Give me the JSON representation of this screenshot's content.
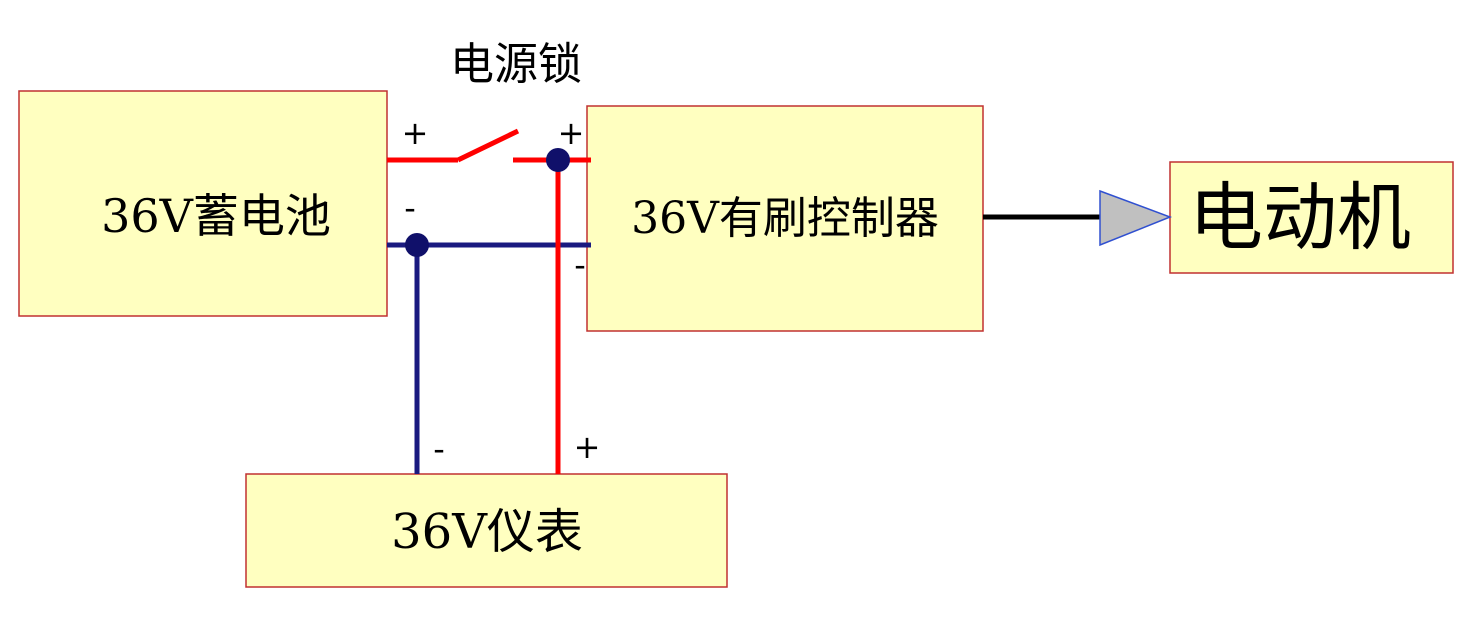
{
  "diagram": {
    "switch_label": "电源锁",
    "battery": {
      "label": "36V蓄电池"
    },
    "controller": {
      "label": "36V有刷控制器"
    },
    "motor": {
      "label": "电动机"
    },
    "meter": {
      "label": "36V仪表"
    },
    "signs": {
      "battery_plus": "+",
      "battery_minus": "-",
      "controller_plus": "+",
      "controller_minus": "-",
      "meter_minus": "-",
      "meter_plus": "+"
    },
    "colors": {
      "box_fill": "#ffffc0",
      "box_border": "#c03030",
      "positive_wire": "#ff0000",
      "negative_wire": "#1a1a80",
      "junction": "#10106a",
      "output_wire": "#000000",
      "arrow_fill": "#c0c0c0",
      "arrow_border": "#3050d0"
    }
  }
}
